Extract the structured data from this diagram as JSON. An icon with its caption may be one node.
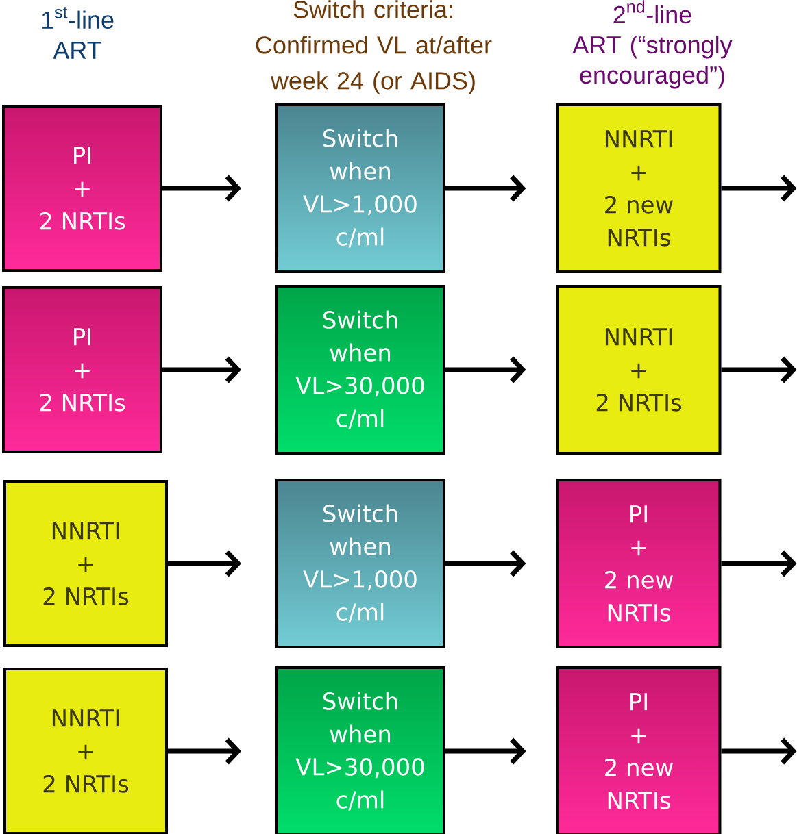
{
  "diagram": {
    "nodes": [
      {
        "text": [
          "PI + 2 NRTIs"
        ]
      },
      {
        "text": [
          "Switch when VL>1,000 c/ml"
        ]
      },
      {
        "text": [
          "NNRTI + 2 new NRTIs"
        ]
      },
      {
        "text": [
          "PI + 2 NRTIs"
        ]
      },
      {
        "text": [
          "Switch when VL>30,000 c/ml"
        ]
      },
      {
        "text": [
          "NNRTI + 2 NRTIs"
        ]
      },
      {
        "text": [
          "NNRTI + 2 NRTIs"
        ]
      },
      {
        "text": [
          "Switch when VL>1,000 c/ml"
        ]
      },
      {
        "text": [
          "PI + 2 new NRTIs"
        ]
      },
      {
        "text": [
          "NNRTI + 2 NRTIs"
        ]
      },
      {
        "text": [
          "Switch when VL>30,000 c/ml"
        ]
      },
      {
        "text": [
          "PI + 2 new NRTIs"
        ]
      }
    ],
    "edges": [
      {
        "from": 0,
        "to": 1,
        "arrow": "to"
      },
      {
        "from": 1,
        "to": 2,
        "arrow": "to"
      },
      {
        "from": 2,
        "to": null,
        "arrow": "to"
      },
      {
        "from": 3,
        "to": 4,
        "arrow": "to"
      },
      {
        "from": 4,
        "to": 5,
        "arrow": "to"
      },
      {
        "from": 5,
        "to": null,
        "arrow": "to"
      },
      {
        "from": 6,
        "to": 7,
        "arrow": "to"
      },
      {
        "from": 7,
        "to": 8,
        "arrow": "to"
      },
      {
        "from": 8,
        "to": null,
        "arrow": "to"
      },
      {
        "from": 9,
        "to": 10,
        "arrow": "to"
      },
      {
        "from": 10,
        "to": 11,
        "arrow": "to"
      },
      {
        "from": 11,
        "to": null,
        "arrow": "to"
      }
    ],
    "labels": [
      "\\begin{array}{c}\\text{1}^{\\text{st}}\\text{-line}\\\\ \\text{ART}\\end{array}",
      "Switch criteria: Confirmed VL at/after week 24 (or AIDS)",
      "\\begin{array}{c}\\text{2}^{\\text{nd}}\\text{-line}\\\\ \\text{ART (“strongly}\\\\ \\text{encouraged”)}\\end{array}"
    ]
  }
}
